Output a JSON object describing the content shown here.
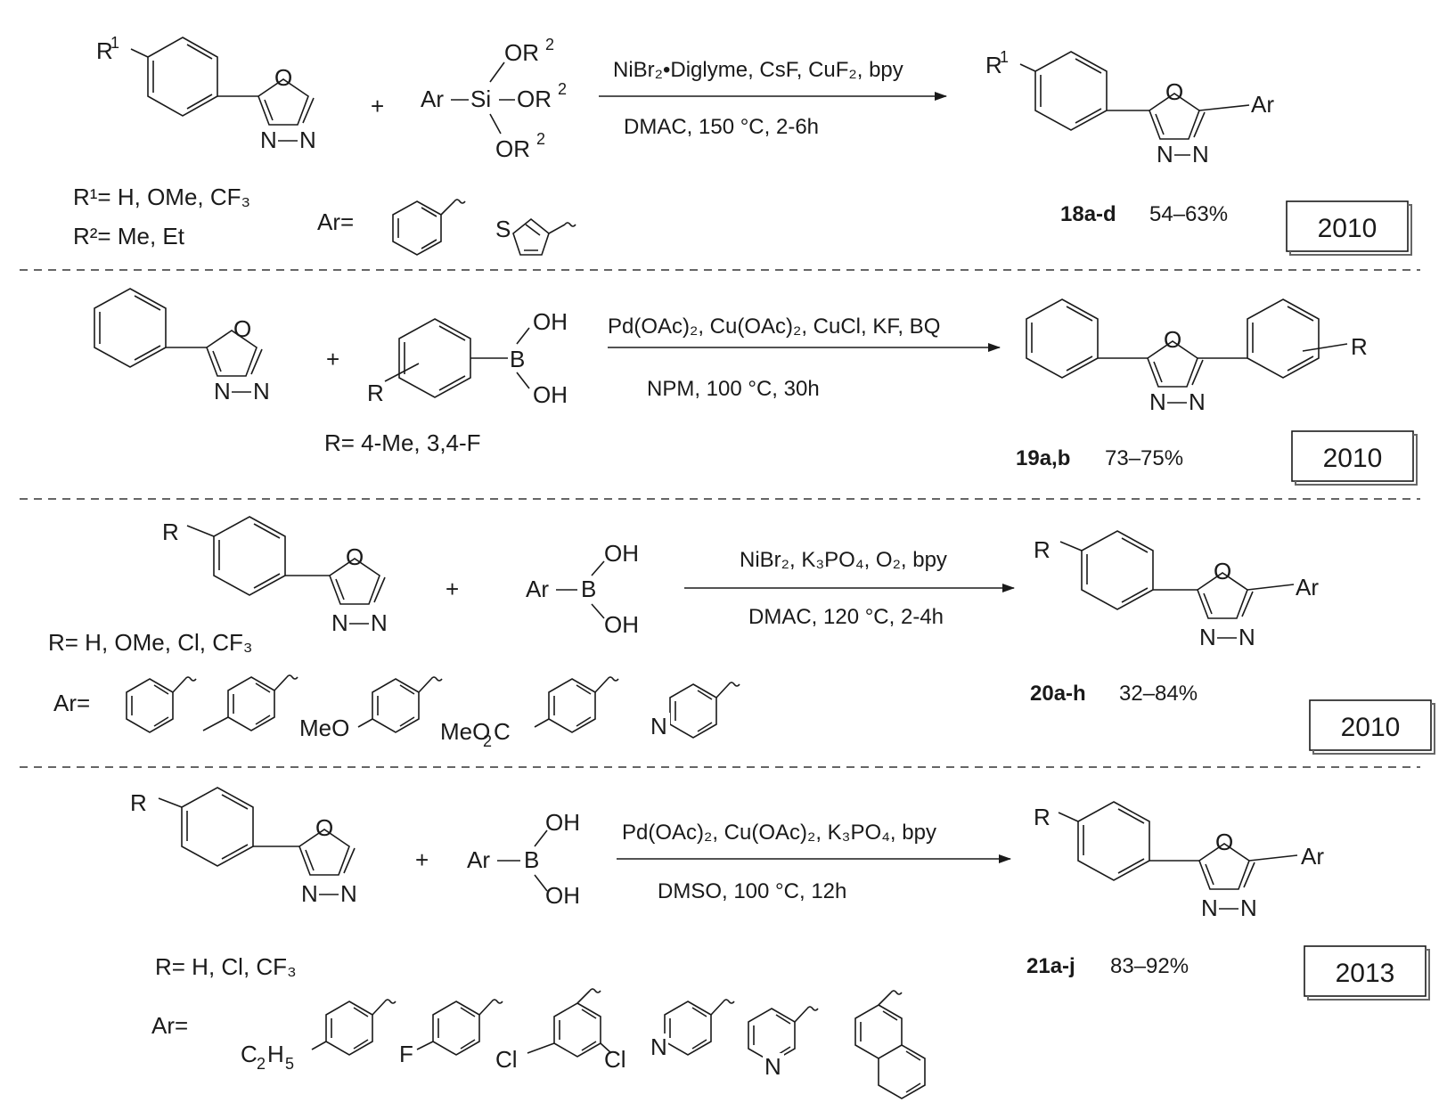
{
  "atoms": {
    "O": "O",
    "N": "N",
    "Ar": "Ar",
    "R": "R",
    "R1": "R",
    "R1_sup": "1",
    "Si": "Si",
    "B": "B",
    "OH": "OH",
    "OR2": "OR",
    "R2_sup": "2",
    "plus": "+",
    "S": "S",
    "Cl": "Cl",
    "F": "F",
    "MeO": "MeO",
    "MeO2C_a": "MeO",
    "MeO2C_b": "C",
    "C2H5_a": "C",
    "C2H5_b": "H",
    "sub2": "2",
    "sub5": "5"
  },
  "schemes": [
    {
      "conditions_top": "NiBr₂•Diglyme, CsF, CuF₂, bpy",
      "conditions_bottom": "DMAC, 150 °C, 2-6h",
      "substituent_lines": [
        "R¹= H, OMe, CF₃",
        "R²= Me, Et"
      ],
      "ar_label": "Ar=",
      "compound": "18a-d",
      "yield": "54–63%",
      "year": "2010"
    },
    {
      "conditions_top": "Pd(OAc)₂, Cu(OAc)₂, CuCl, KF, BQ",
      "conditions_bottom": "NPM, 100 °C, 30h",
      "substituent_lines": [
        "R= 4-Me, 3,4-F"
      ],
      "compound": "19a,b",
      "yield": "73–75%",
      "year": "2010"
    },
    {
      "conditions_top": "NiBr₂, K₃PO₄, O₂, bpy",
      "conditions_bottom": "DMAC, 120 °C, 2-4h",
      "substituent_lines": [
        "R= H, OMe, Cl, CF₃"
      ],
      "ar_label": "Ar=",
      "compound": "20a-h",
      "yield": "32–84%",
      "year": "2010"
    },
    {
      "conditions_top": "Pd(OAc)₂, Cu(OAc)₂, K₃PO₄, bpy",
      "conditions_bottom": "DMSO, 100 °C, 12h",
      "substituent_lines": [
        "R= H, Cl, CF₃"
      ],
      "ar_label": "Ar=",
      "compound": "21a-j",
      "yield": "83–92%",
      "year": "2013"
    }
  ]
}
